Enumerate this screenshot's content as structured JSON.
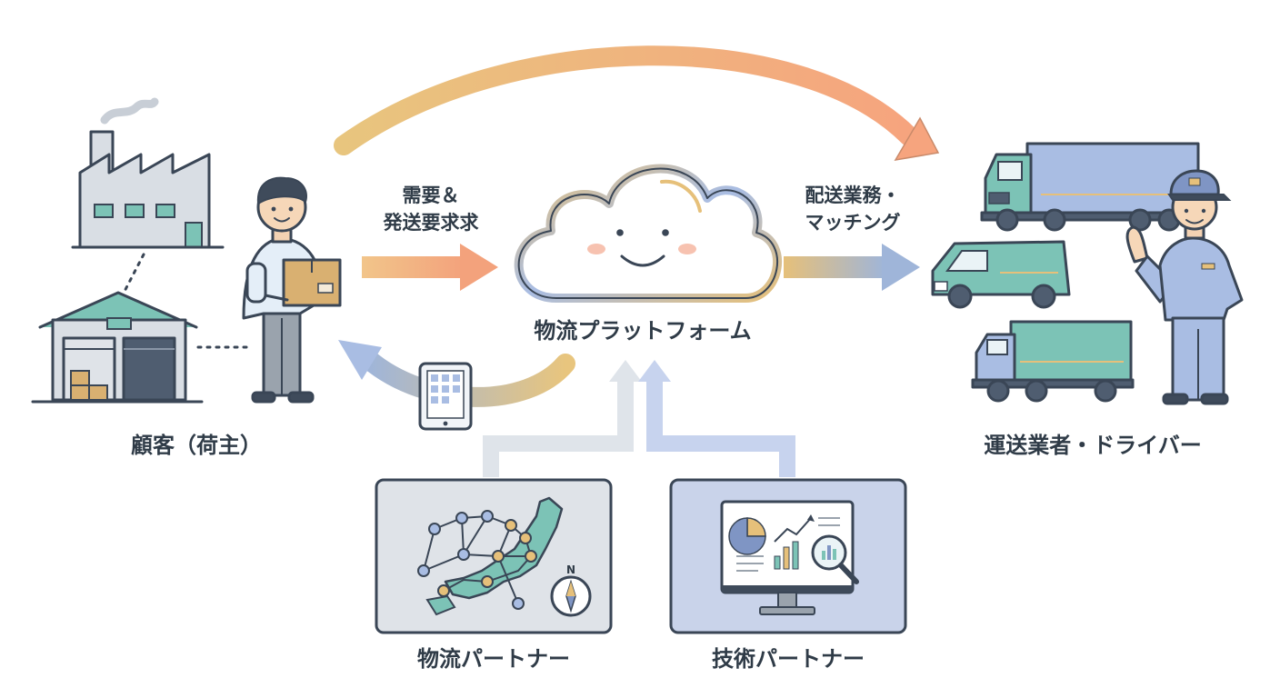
{
  "nodes": {
    "customer": "顧客（荷主）",
    "platform": "物流プラットフォーム",
    "carrier": "運送業者・ドライバー",
    "logistics_partner": "物流パートナー",
    "tech_partner": "技術パートナー"
  },
  "flows": {
    "request_line1": "需要＆",
    "request_line2": "発送要求求",
    "matching_line1": "配送業務・",
    "matching_line2": "マッチング"
  },
  "icons": {
    "compass_letter": "N"
  },
  "colors": {
    "outline": "#3a4656",
    "orange_arrow": "#f2a77a",
    "gold_arrow": "#e6c07a",
    "blue_arrow": "#9fb5d9",
    "teal": "#7cc3b6",
    "light_blue": "#a9bde3",
    "panel_gray": "#dfe3e8",
    "panel_blue": "#c9d3ea"
  }
}
